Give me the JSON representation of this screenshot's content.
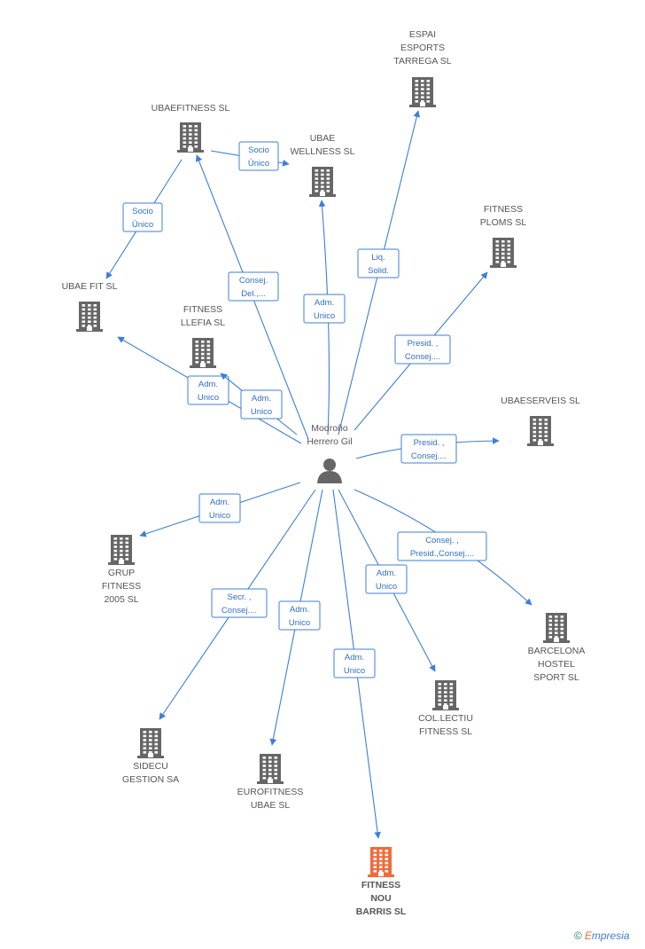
{
  "colors": {
    "edge": "#3d7fd8",
    "company": "#666666",
    "highlight": "#f26a3a",
    "person": "#666666"
  },
  "center": {
    "id": "person",
    "name_lines": [
      "Modroño",
      "Herrero Gil"
    ],
    "icon": "person-icon"
  },
  "nodes": [
    {
      "id": "espai",
      "lines": [
        "ESPAI",
        "ESPORTS",
        "TARREGA SL"
      ],
      "icon": "building-icon"
    },
    {
      "id": "ubaefitness",
      "lines": [
        "UBAEFITNESS SL"
      ],
      "icon": "building-icon"
    },
    {
      "id": "ubaewellness",
      "lines": [
        "UBAE",
        "WELLNESS SL"
      ],
      "icon": "building-icon"
    },
    {
      "id": "fitnessploms",
      "lines": [
        "FITNESS",
        "PLOMS SL"
      ],
      "icon": "building-icon"
    },
    {
      "id": "ubaefit",
      "lines": [
        "UBAE FIT SL"
      ],
      "icon": "building-icon"
    },
    {
      "id": "fitnesslleFia",
      "lines": [
        "FITNESS",
        "LLEFIA SL"
      ],
      "icon": "building-icon"
    },
    {
      "id": "ubaeserveis",
      "lines": [
        "UBAESERVEIS SL"
      ],
      "icon": "building-icon"
    },
    {
      "id": "grup",
      "lines": [
        "GRUP",
        "FITNESS",
        "2005 SL"
      ],
      "icon": "building-icon"
    },
    {
      "id": "barcelona",
      "lines": [
        "BARCELONA",
        "HOSTEL",
        "SPORT  SL"
      ],
      "icon": "building-icon"
    },
    {
      "id": "collectiu",
      "lines": [
        "COL.LECTIU",
        "FITNESS SL"
      ],
      "icon": "building-icon"
    },
    {
      "id": "sidecu",
      "lines": [
        "SIDECU",
        "GESTION SA"
      ],
      "icon": "building-icon"
    },
    {
      "id": "eurofitness",
      "lines": [
        "EUROFITNESS",
        "UBAE SL"
      ],
      "icon": "building-icon"
    },
    {
      "id": "noubarris",
      "lines": [
        "FITNESS",
        "NOU",
        "BARRIS SL"
      ],
      "icon": "building-icon",
      "highlight": true
    }
  ],
  "edges": [
    {
      "id": "e-espai",
      "from": "person",
      "to": "espai",
      "label": [
        "Liq.",
        "Solid."
      ]
    },
    {
      "id": "e-ubaefitness",
      "from": "person",
      "to": "ubaefitness",
      "label": [
        "Consej.",
        "Del.,..."
      ]
    },
    {
      "id": "e-ubaewellness",
      "from": "person",
      "to": "ubaewellness",
      "label": [
        "Adm.",
        "Unico"
      ]
    },
    {
      "id": "e-socio1",
      "from": "ubaefitness",
      "to": "ubaewellness",
      "label": [
        "Socio",
        "Único"
      ]
    },
    {
      "id": "e-socio2",
      "from": "ubaefitness",
      "to": "ubaefit",
      "label": [
        "Socio",
        "Único"
      ]
    },
    {
      "id": "e-fitnessploms",
      "from": "person",
      "to": "fitnessploms",
      "label": [
        "Presid. ,",
        "Consej...."
      ]
    },
    {
      "id": "e-ubaefit",
      "from": "person",
      "to": "ubaefit",
      "label": [
        "Adm.",
        "Unico"
      ]
    },
    {
      "id": "e-lleFia",
      "from": "person",
      "to": "fitnesslleFia",
      "label": [
        "Adm.",
        "Unico"
      ]
    },
    {
      "id": "e-ubaeserveis",
      "from": "person",
      "to": "ubaeserveis",
      "label": [
        "Presid. ,",
        "Consej...."
      ]
    },
    {
      "id": "e-grup",
      "from": "person",
      "to": "grup",
      "label": [
        "Adm.",
        "Unico"
      ]
    },
    {
      "id": "e-barcelona",
      "from": "person",
      "to": "barcelona",
      "label": [
        "Consej. ,",
        "Presid.,Consej...."
      ]
    },
    {
      "id": "e-collectiu",
      "from": "person",
      "to": "collectiu",
      "label": [
        "Adm.",
        "Unico"
      ]
    },
    {
      "id": "e-sidecu",
      "from": "person",
      "to": "sidecu",
      "label": [
        "Secr. ,",
        "Consej...."
      ]
    },
    {
      "id": "e-eurofitness",
      "from": "person",
      "to": "eurofitness",
      "label": [
        "Adm.",
        "Unico"
      ]
    },
    {
      "id": "e-noubarris",
      "from": "person",
      "to": "noubarris",
      "label": [
        "Adm.",
        "Unico"
      ]
    }
  ],
  "watermark": {
    "symbol": "©",
    "brand_first": "E",
    "brand_rest": "mpresia"
  }
}
